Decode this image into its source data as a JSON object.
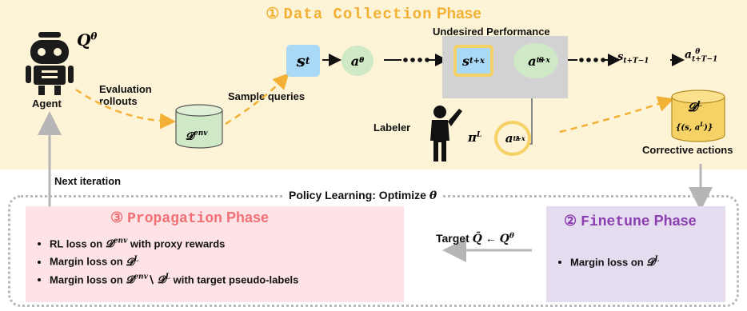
{
  "title": {
    "num": "①",
    "word": "Data Collection",
    "suffix": "Phase"
  },
  "agent": {
    "q_label": "Q^θ",
    "label": "Agent"
  },
  "eval_rollouts": "Evaluation rollouts",
  "sample_queries": "Sample queries",
  "d_env": "𝓓^env",
  "undesired": "Undesired Performance",
  "states": [
    "s_t",
    "s_t+x",
    "s_t+T−1"
  ],
  "actions": [
    "a_t^θ",
    "a_t+x^θ",
    "a_t+T−1^θ"
  ],
  "labeler": {
    "label": "Labeler",
    "policy": "π^L",
    "action": "a_t+x^L"
  },
  "d_l": {
    "label": "𝓓^L",
    "content": "{(s, a^L)}"
  },
  "corrective": "Corrective actions",
  "next_iteration": "Next iteration",
  "policy_learning": "Policy Learning: Optimize θ",
  "propagation": {
    "num": "③",
    "word": "Propagation",
    "suffix": "Phase",
    "bullets": [
      "RL loss on 𝓓^env with proxy rewards",
      "Margin loss on 𝓓^L",
      "Margin loss on 𝓓^env ∖ 𝓓^L with target pseudo-labels"
    ]
  },
  "target": "Target Q̄ ← Q^θ",
  "finetune": {
    "num": "②",
    "word": "Finetune",
    "suffix": "Phase",
    "bullets": [
      "Margin loss on 𝓓^L"
    ]
  },
  "colors": {
    "yellow_bg": "#fdf3d6",
    "title": "#f2b134",
    "pink_title": "#f07075",
    "purple_title": "#8a3fb0",
    "state": "#a9d9f5",
    "action": "#cfe8c6"
  }
}
